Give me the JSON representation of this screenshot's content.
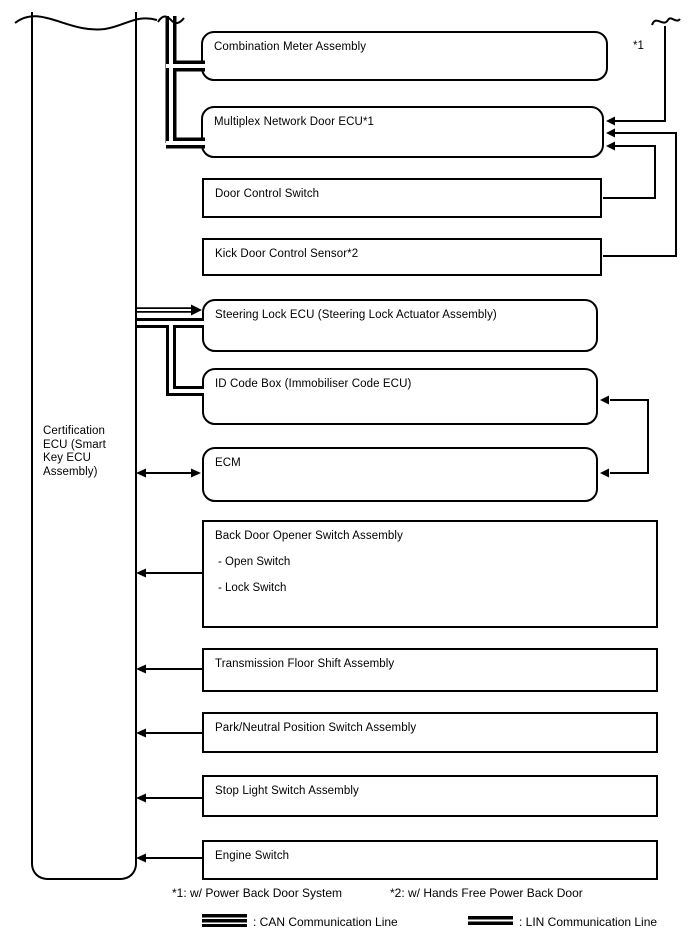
{
  "trunk": {
    "label": "Certification\nECU (Smart\nKey ECU\nAssembly)"
  },
  "nodes": [
    {
      "label": "Combination Meter Assembly"
    },
    {
      "label": "Multiplex Network Door ECU*1"
    },
    {
      "label": "Door Control Switch"
    },
    {
      "label": "Kick Door Control Sensor*2"
    },
    {
      "label": "Steering Lock ECU (Steering Lock Actuator Assembly)"
    },
    {
      "label": "ID Code Box (Immobiliser Code ECU)"
    },
    {
      "label": "ECM"
    },
    {
      "label": "Back Door Opener Switch Assembly",
      "items": [
        "- Open Switch",
        "- Lock Switch"
      ]
    },
    {
      "label": "Transmission Floor Shift Assembly"
    },
    {
      "label": "Park/Neutral Position Switch Assembly"
    },
    {
      "label": "Stop Light Switch Assembly"
    },
    {
      "label": "Engine Switch"
    }
  ],
  "annotations": {
    "star1": "*1"
  },
  "footnotes": [
    {
      "text": "*1: w/ Power Back Door System"
    },
    {
      "text": "*2: w/ Hands Free Power Back Door"
    }
  ],
  "legend": {
    "can": {
      "label": ": CAN Communication Line"
    },
    "lin": {
      "label": ": LIN Communication Line"
    }
  },
  "colors": {
    "line": "#000000",
    "background": "#ffffff"
  }
}
